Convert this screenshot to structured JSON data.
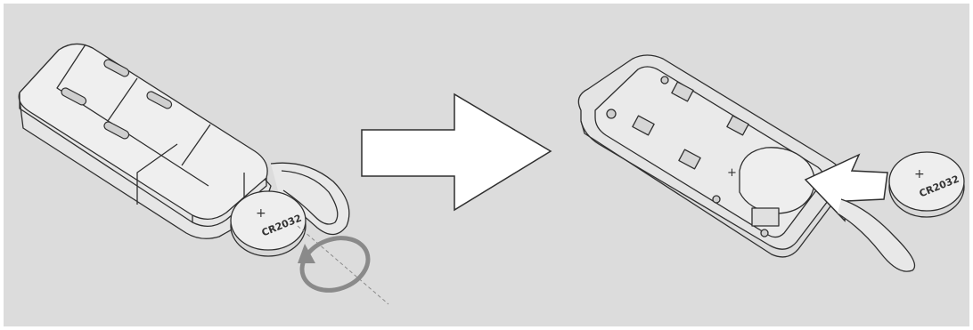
{
  "figure": {
    "background_color": "#dcdcdc",
    "line_color": "#2f2f2f",
    "arrow_fill": "#ffffff",
    "steps": [
      {
        "name": "open-remote-case",
        "description_icon": "remote-key-fob-with-battery"
      },
      {
        "name": "insert-new-battery",
        "description_icon": "open-remote-with-battery-slot"
      }
    ],
    "battery_label": "CR2032",
    "battery_plus": "+"
  }
}
